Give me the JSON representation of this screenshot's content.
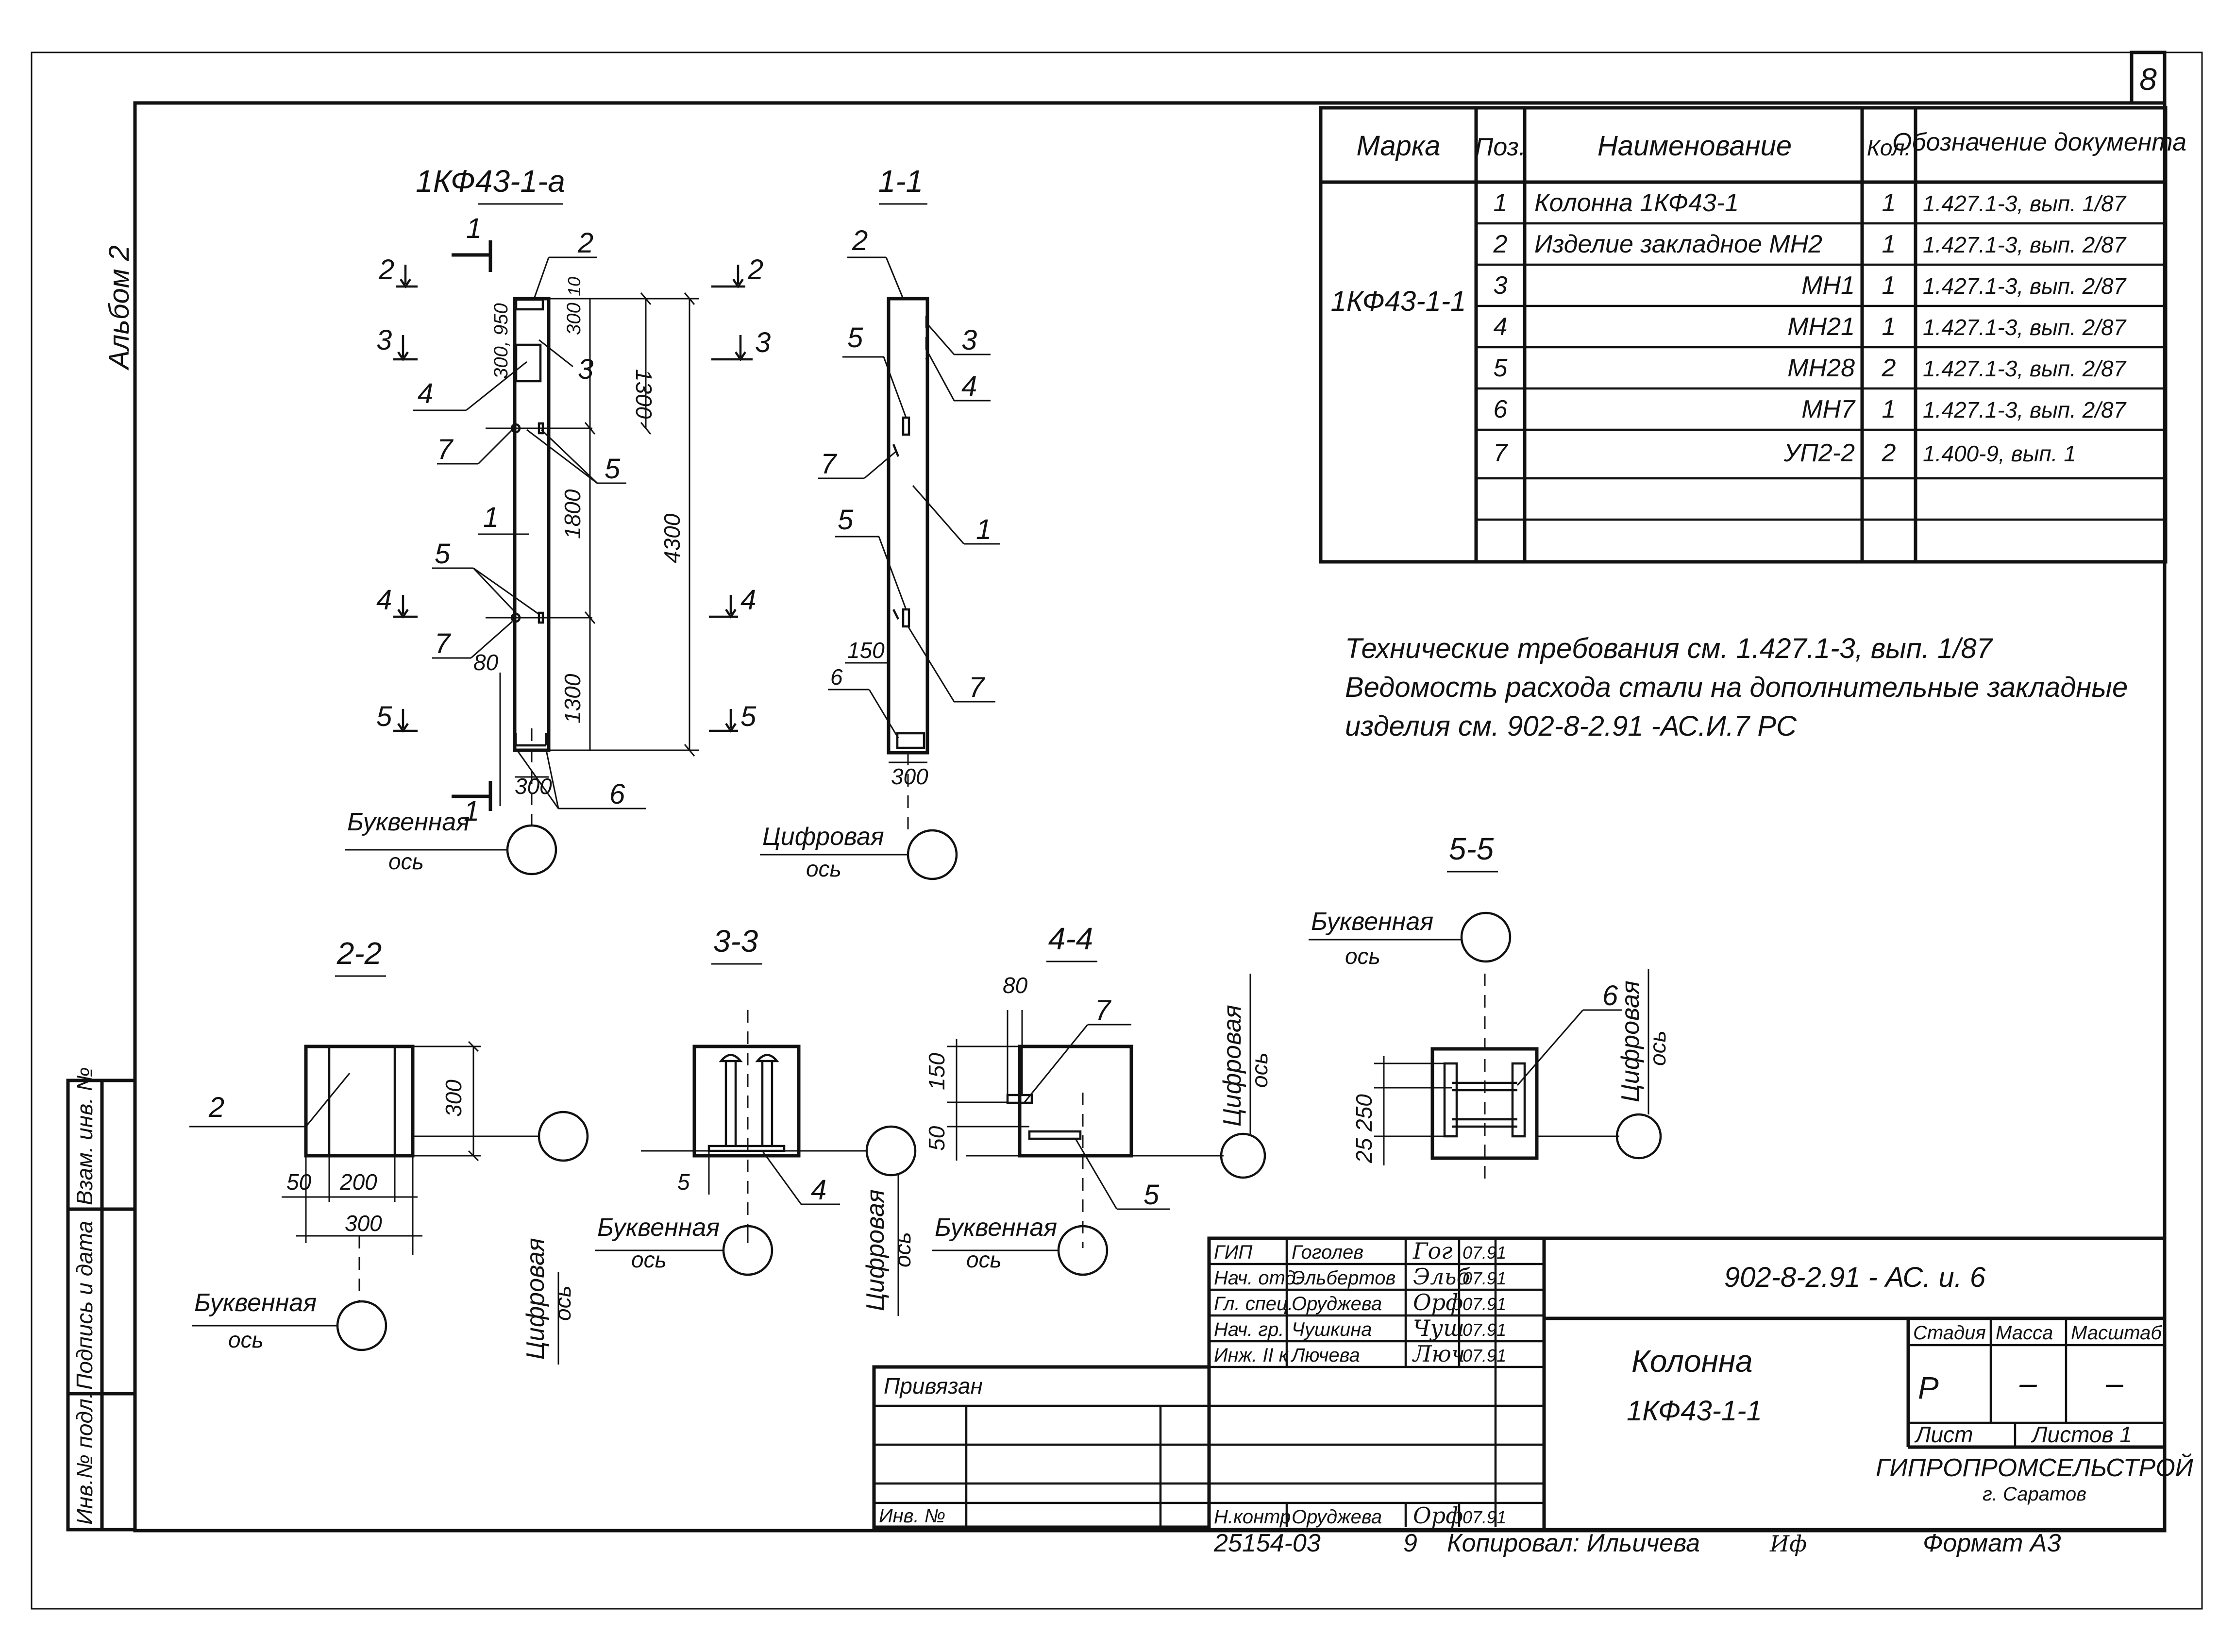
{
  "page_number": "8",
  "album": "Альбом 2",
  "side_stamp": [
    "Инв.№ подл.",
    "Подпись и дата",
    "Взам. инв. №"
  ],
  "views": {
    "elevation_title": "1КФ43-1-а",
    "section_1_1": "1-1",
    "section_2_2": "2-2",
    "section_3_3": "3-3",
    "section_4_4": "4-4",
    "section_5_5": "5-5"
  },
  "dimensions": {
    "total_height": "4300",
    "top_zone": "1300",
    "middle_zone": "1800",
    "bottom_zone": "1300",
    "top_detail_950": "300, 950",
    "top_detail_300": "300",
    "top_detail_10": "10",
    "offset_80": "80",
    "width_300": "300",
    "section_150": "150",
    "section_300": "300",
    "s22_300": "300",
    "s22_50": "50",
    "s22_200": "200",
    "s22_width": "300",
    "s33_5": "5",
    "s44_80": "80",
    "s44_150": "150",
    "s44_50": "50",
    "s55_25": "25",
    "s55_250": "250"
  },
  "callouts": [
    "1",
    "2",
    "3",
    "4",
    "5",
    "6",
    "7"
  ],
  "section_marks": [
    "1",
    "2",
    "3",
    "4",
    "5"
  ],
  "axes": {
    "letter_axis_top": "Буквенная",
    "letter_axis_bottom": "ось",
    "digit_axis_top": "Цифровая",
    "digit_axis_bottom": "ось"
  },
  "spec_table": {
    "headers": [
      "Марка",
      "Поз.",
      "Наименование",
      "Кол.",
      "Обозначение документа"
    ],
    "mark": "1КФ43-1-1",
    "rows": [
      {
        "pos": "1",
        "name": "Колонна 1КФ43-1",
        "qty": "1",
        "doc": "1.427.1-3, вып. 1/87"
      },
      {
        "pos": "2",
        "name": "Изделие закладное МН2",
        "qty": "1",
        "doc": "1.427.1-3, вып. 2/87"
      },
      {
        "pos": "3",
        "name": "МН1",
        "qty": "1",
        "doc": "1.427.1-3, вып. 2/87"
      },
      {
        "pos": "4",
        "name": "МН21",
        "qty": "1",
        "doc": "1.427.1-3, вып. 2/87"
      },
      {
        "pos": "5",
        "name": "МН28",
        "qty": "2",
        "doc": "1.427.1-3, вып. 2/87"
      },
      {
        "pos": "6",
        "name": "МН7",
        "qty": "1",
        "doc": "1.427.1-3, вып. 2/87"
      },
      {
        "pos": "7",
        "name": "УП2-2",
        "qty": "2",
        "doc": "1.400-9, вып. 1"
      }
    ]
  },
  "notes": {
    "line1": "Технические требования см. 1.427.1-3, вып. 1/87",
    "line2": "Ведомость расхода стали на дополнительные закладные",
    "line3": "изделия см. 902-8-2.91 -АС.И.7 РС"
  },
  "title_block": {
    "doc_code": "902-8-2.91 - АС. и. 6",
    "title_line1": "Колонна",
    "title_line2": "1КФ43-1-1",
    "stage_label": "Стадия",
    "mass_label": "Масса",
    "scale_label": "Масштаб",
    "stage_value": "Р",
    "mass_value": "–",
    "scale_value": "–",
    "sheet_label": "Лист",
    "sheets_label": "Листов 1",
    "org_name": "ГИПРОПРОМСЕЛЬСТРОЙ",
    "org_city": "г. Саратов",
    "signatures": [
      {
        "role": "ГИП",
        "name": "Гоголев",
        "sign": "Гог",
        "date": "07.91"
      },
      {
        "role": "Нач. отд.",
        "name": "Эльбертов",
        "sign": "Эльб",
        "date": "07.91"
      },
      {
        "role": "Гл. спец.",
        "name": "Оруджева",
        "sign": "Орф",
        "date": "07.91"
      },
      {
        "role": "Нач. гр.",
        "name": "Чушкина",
        "sign": "Чуш",
        "date": "07.91"
      },
      {
        "role": "Инж. II к",
        "name": "Лючева",
        "sign": "Люч",
        "date": "07.91"
      }
    ],
    "norm_control": {
      "role": "Н.контр",
      "name": "Оруджева",
      "sign": "Орф",
      "date": "07.91"
    },
    "tied_label": "Привязан",
    "inv_label": "Инв. №"
  },
  "footer": {
    "left": "25154-03",
    "sheet_no": "9",
    "copied": "Копировал: Ильичева",
    "copied_sign": "Иф",
    "format": "Формат А3"
  }
}
